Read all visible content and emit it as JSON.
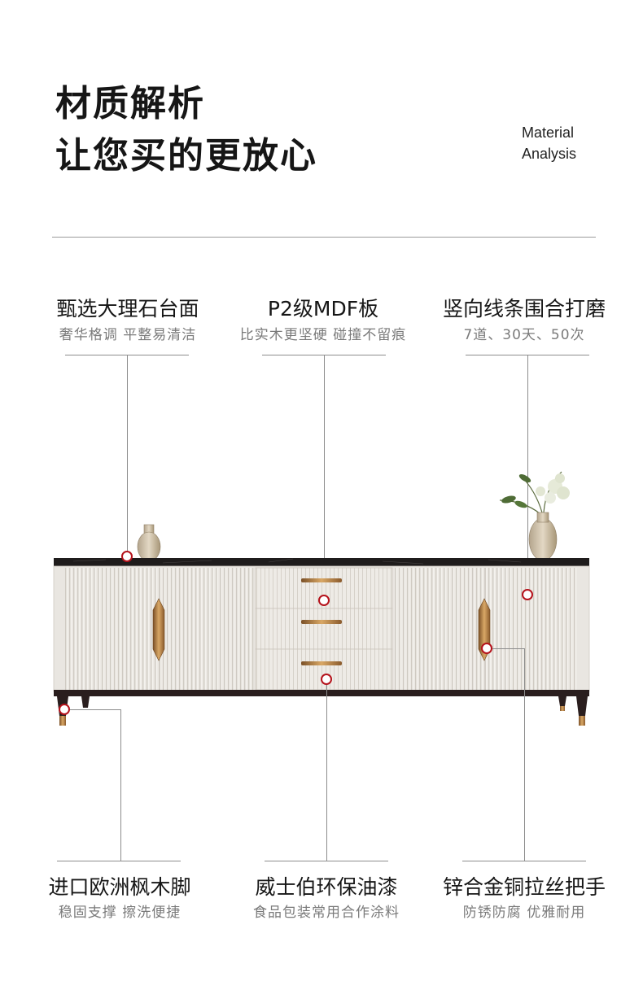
{
  "header": {
    "title_line1": "材质解析",
    "title_line2": "让您买的更放心",
    "en_line1": "Material",
    "en_line2": "Analysis"
  },
  "features_top": [
    {
      "title": "甄选大理石台面",
      "subtitle": "奢华格调 平整易清洁"
    },
    {
      "title": "P2级MDF板",
      "subtitle": "比实木更坚硬 碰撞不留痕"
    },
    {
      "title": "竖向线条围合打磨",
      "subtitle": "7道、30天、50次"
    }
  ],
  "features_bottom": [
    {
      "title": "进口欧洲枫木脚",
      "subtitle": "稳固支撑 擦洗便捷"
    },
    {
      "title": "威士伯环保油漆",
      "subtitle": "食品包装常用合作涂料"
    },
    {
      "title": "锌合金铜拉丝把手",
      "subtitle": "防锈防腐 优雅耐用"
    }
  ],
  "colors": {
    "marker": "#b5121b",
    "marble_top": "#1f1c1c",
    "cabinet_body": "#ece9e4",
    "handle_gold": "#b8844a",
    "leg_dark": "#2a1e1e"
  }
}
